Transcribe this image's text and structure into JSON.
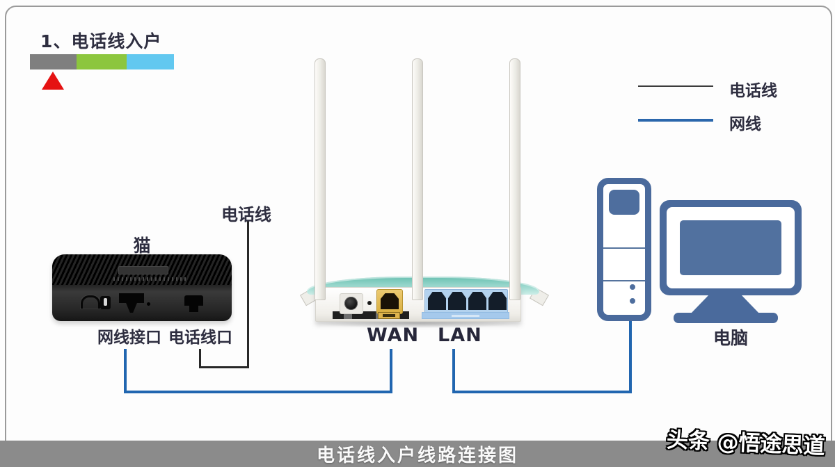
{
  "step_header": {
    "title": "1、电话线入户",
    "progress_segments": [
      {
        "name": "step-current",
        "color": "#7f7f7f"
      },
      {
        "name": "step-next",
        "color": "#8cc63e"
      },
      {
        "name": "step-last",
        "color": "#62c8f0"
      }
    ],
    "marker_color": "#e51212"
  },
  "legend": {
    "items": [
      {
        "label": "电话线",
        "color": "#3c3c3c"
      },
      {
        "label": "网线",
        "color": "#2b67ac"
      }
    ]
  },
  "labels": {
    "phone_line": "电话线",
    "modem": "猫",
    "modem_ethernet_port": "网线接口",
    "modem_phone_port": "电话线口",
    "wan": "WAN",
    "lan": "LAN",
    "computer": "电脑"
  },
  "connections": {
    "phone_line_color": "#282828",
    "network_line_color": "#2166b0"
  },
  "footer": {
    "title": "电话线入户线路连接图"
  },
  "watermark": {
    "text": "头条 @悟途思道"
  }
}
